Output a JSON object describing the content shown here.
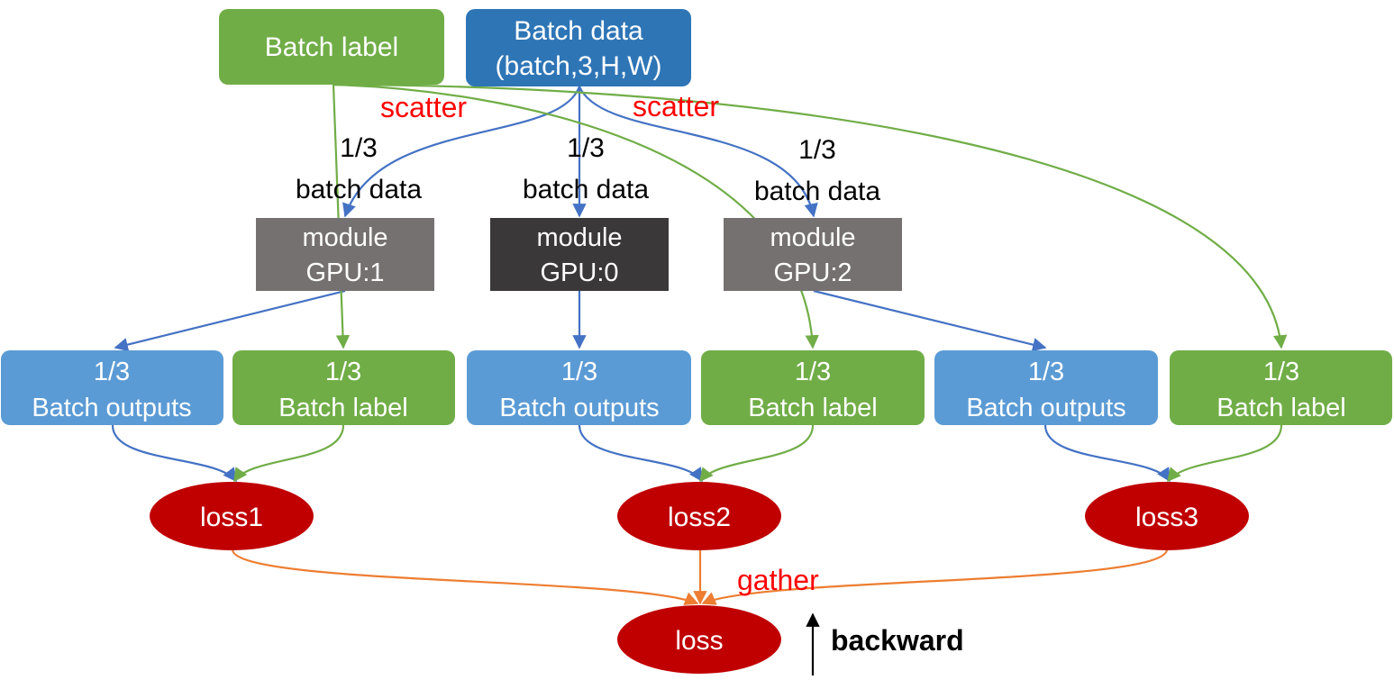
{
  "top": {
    "batch_label": "Batch label",
    "batch_data_line1": "Batch data",
    "batch_data_line2": "(batch,3,H,W)"
  },
  "annotations": {
    "scatter_left": "scatter",
    "scatter_right": "scatter",
    "gather": "gather",
    "backward": "backward"
  },
  "split_labels": [
    {
      "line1": "1/3",
      "line2": "batch data"
    },
    {
      "line1": "1/3",
      "line2": "batch data"
    },
    {
      "line1": "1/3",
      "line2": "batch data"
    }
  ],
  "modules": [
    {
      "line1": "module",
      "line2": "GPU:1"
    },
    {
      "line1": "module",
      "line2": "GPU:0"
    },
    {
      "line1": "module",
      "line2": "GPU:2"
    }
  ],
  "chunks": [
    {
      "line1": "1/3",
      "line2": "Batch outputs"
    },
    {
      "line1": "1/3",
      "line2": "Batch label"
    },
    {
      "line1": "1/3",
      "line2": "Batch outputs"
    },
    {
      "line1": "1/3",
      "line2": "Batch label"
    },
    {
      "line1": "1/3",
      "line2": "Batch outputs"
    },
    {
      "line1": "1/3",
      "line2": "Batch label"
    }
  ],
  "losses": [
    "loss1",
    "loss2",
    "loss3"
  ],
  "final_loss": "loss",
  "colors": {
    "green": "#70ad47",
    "blue_dark": "#2e75b6",
    "blue_light": "#5b9bd5",
    "gpu_gray": "#767171",
    "gpu_dark": "#3a3838",
    "loss_red": "#c00000",
    "gather_orange": "#ed7d31",
    "annotation_red": "#ff0000"
  }
}
